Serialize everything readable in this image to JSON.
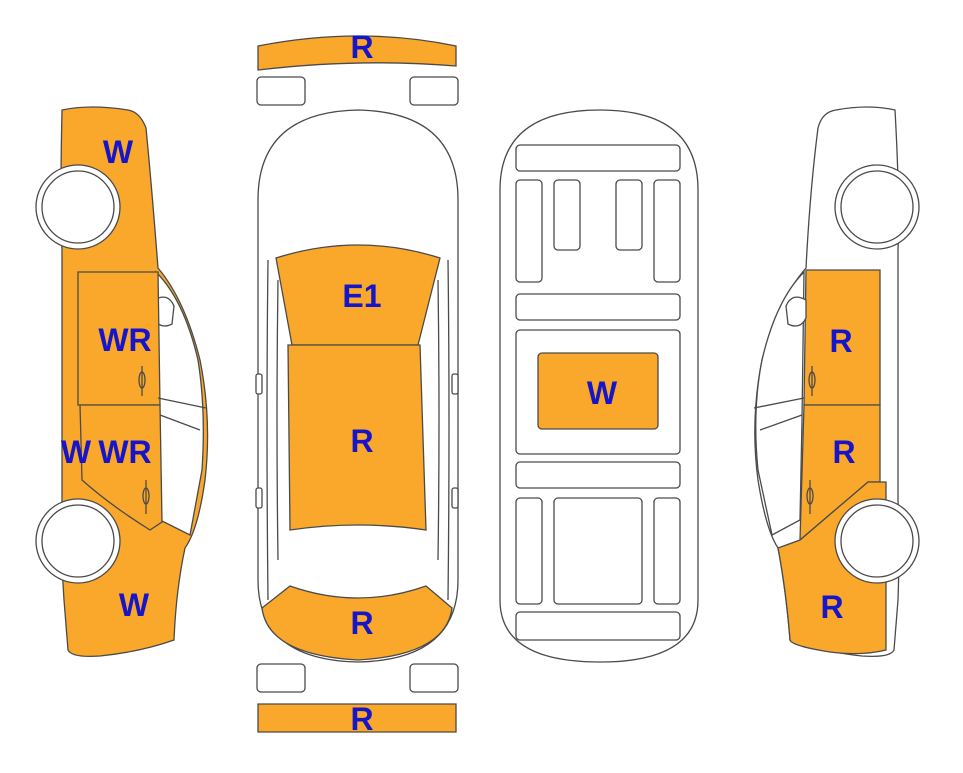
{
  "colors": {
    "highlight": "#F9A82B",
    "outline": "#4a4a4a",
    "label": "#1616C8",
    "background": "#FFFFFF"
  },
  "labels": {
    "front_bumper": "R",
    "hood": "E1",
    "roof": "R",
    "trunk": "R",
    "rear_bumper": "R",
    "underbody_center": "W",
    "left_front_fender": "W",
    "left_front_door": "WR",
    "left_rear_door": "WR",
    "left_rear_door_edge": "W",
    "left_rear_quarter": "W",
    "right_front_door": "R",
    "right_rear_door": "R",
    "right_rear_quarter": "R"
  }
}
